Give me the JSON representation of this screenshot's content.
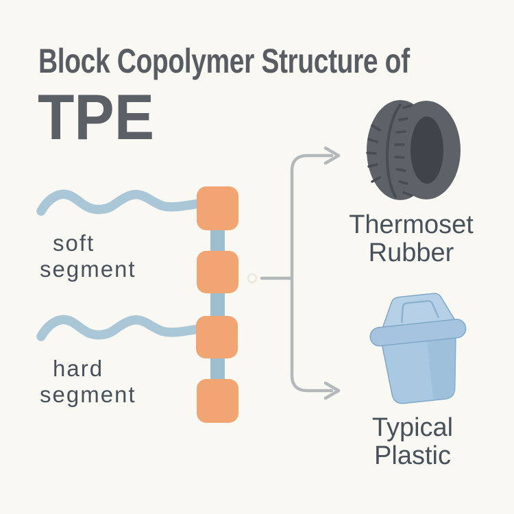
{
  "title": {
    "line1": "Block Copolymer Structure of",
    "line2": "TPE"
  },
  "labels": {
    "soft": {
      "line1": "soft",
      "line2": "segment"
    },
    "hard": {
      "line1": "hard",
      "line2": "segment"
    }
  },
  "outcomes": {
    "rubber": {
      "line1": "Thermoset",
      "line2": "Rubber",
      "icon": "tire-icon"
    },
    "plastic": {
      "line1": "Typical",
      "line2": "Plastic",
      "icon": "plastic-bin-icon"
    }
  },
  "colors": {
    "background": "#faf8f3",
    "title_text": "#575d63",
    "label_text": "#47515b",
    "block_orange": "#f0a572",
    "chain_connector_blue": "#9dbecf",
    "wave_blue": "#a9c7d6",
    "arrow_gray": "#b3b8bb",
    "tire_body": "#5c6268",
    "tire_hole": "#3e4449",
    "tire_tread_line": "#474d52",
    "bin_body": "#a9c8e2",
    "bin_lid": "#b6d1e7",
    "bin_shade": "#97b9d6",
    "bin_outline": "#7fa7c7"
  }
}
